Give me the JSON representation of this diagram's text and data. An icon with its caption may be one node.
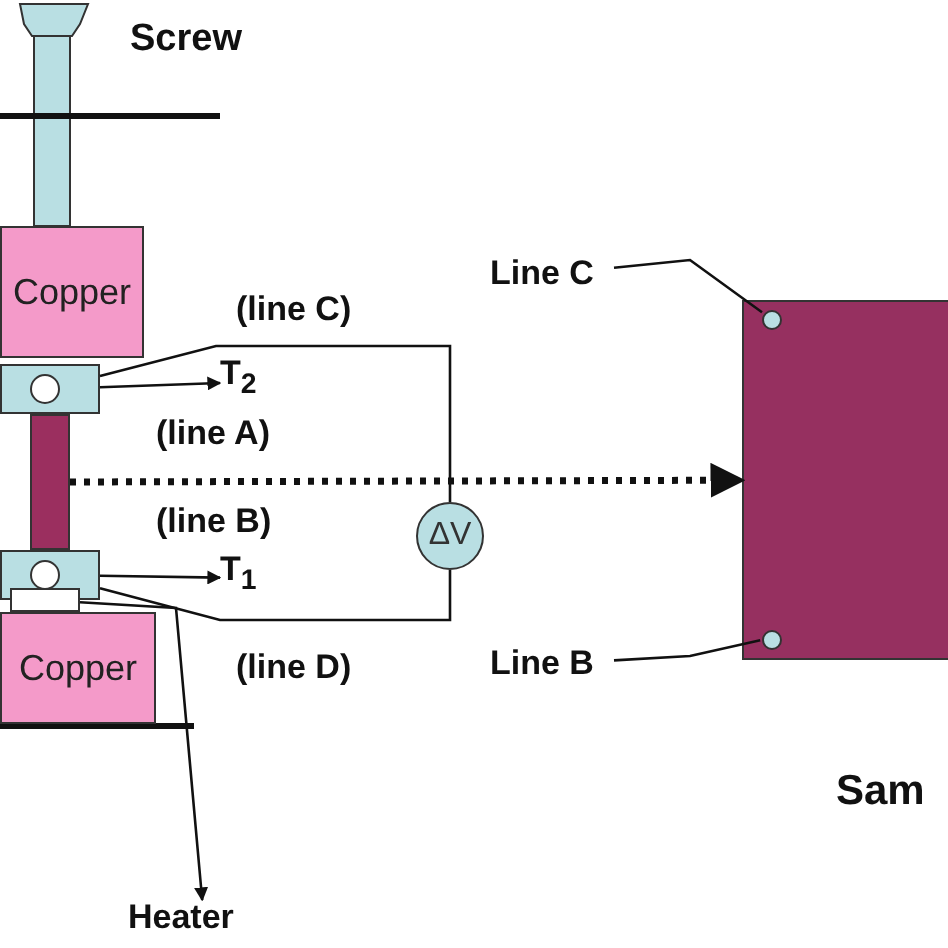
{
  "diagram": {
    "nodes": [
      {
        "text": [
          "Copper"
        ]
      },
      {
        "text": [],
        "shape": "box"
      },
      {
        "text": [
          "T$_{2}$"
        ]
      },
      {
        "text": [],
        "shape": "bar"
      },
      {
        "text": [
          "ΔV"
        ]
      },
      {
        "text": [],
        "shape": "box"
      },
      {
        "text": [
          "T$_{1}$"
        ]
      },
      {
        "text": [],
        "shape": "box"
      },
      {
        "text": [
          "Copper"
        ]
      },
      {
        "text": [
          "Heater"
        ]
      },
      {
        "text": [
          "Line C"
        ]
      },
      {
        "text": [],
        "shape": "box"
      },
      {
        "text": [],
        "shape": "circle",
        "in": 11
      },
      {
        "text": [
          "Line B"
        ]
      },
      {
        "text": [],
        "shape": "circle",
        "in": 11
      }
    ],
    "edges": [
      {
        "from": 1,
        "to": 2,
        "arrow": "to"
      },
      {
        "from": 1,
        "to": 4,
        "arrow": "none"
      },
      {
        "from": 5,
        "to": 6,
        "arrow": "to"
      },
      {
        "from": 5,
        "to": 4,
        "arrow": "none"
      },
      {
        "from": 3,
        "to": 11,
        "arrow": "to",
        "style": "dashed"
      },
      {
        "from": 7,
        "to": 9,
        "arrow": "to"
      },
      {
        "from": 10,
        "to": 12,
        "arrow": "none"
      },
      {
        "from": 13,
        "to": 14,
        "arrow": "none"
      }
    ],
    "labels": [
      "Screw",
      "(line C)",
      "(line A)",
      "(line B)",
      "(line D)",
      "Sam"
    ]
  }
}
